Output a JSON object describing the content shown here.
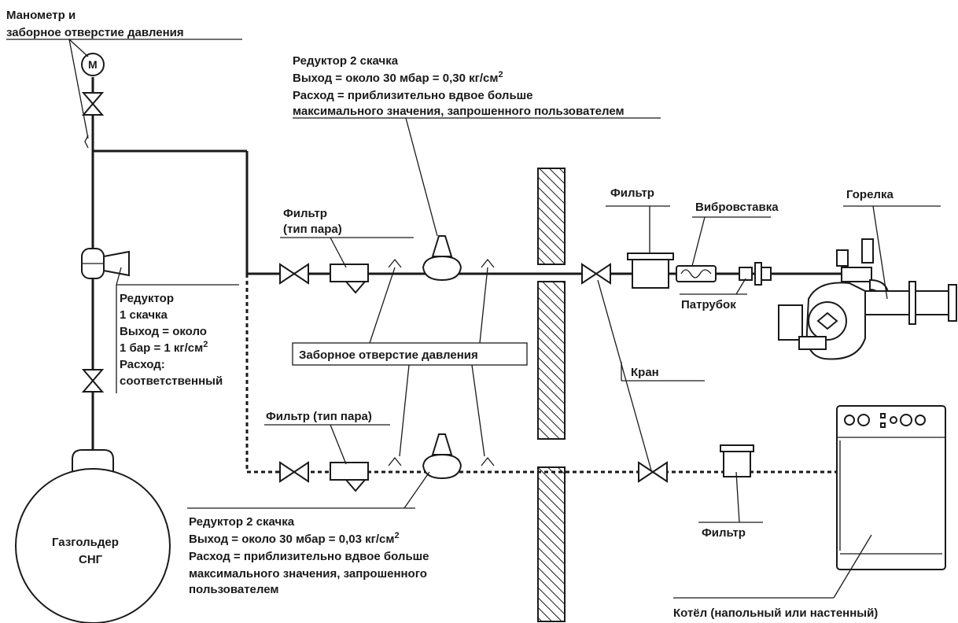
{
  "labels": {
    "manometer_line1": "Манометр и",
    "manometer_line2": "заборное отверстие давления",
    "manometer_symbol": "M",
    "reducer2_top_line1": "Редуктор 2 скачка",
    "reducer2_top_line2_pre": "Выход = около 30 мбар = 0,30 кг/см",
    "reducer2_top_line2_sup": "2",
    "reducer2_top_line3": "Расход = приблизительно вдвое больше",
    "reducer2_top_line4": "максимального значения, запрошенного пользователем",
    "filter_top_line1": "Фильтр",
    "filter_top_line2": "(тип пара)",
    "filter_right": "Фильтр",
    "vibro": "Вибровставка",
    "burner": "Горелка",
    "patrubok": "Патрубок",
    "reducer1_line1": "Редуктор",
    "reducer1_line2": "1 скачка",
    "reducer1_line3": "Выход = около",
    "reducer1_line4_pre": "1 бар = 1 кг/см",
    "reducer1_line4_sup": "2",
    "reducer1_line5": "Расход:",
    "reducer1_line6": "соответственный",
    "pressure_port": "Заборное отверстие давления",
    "tap": "Кран",
    "filter_bottom": "Фильтр (тип пара)",
    "tank_line1": "Газгольдер",
    "tank_line2": "СНГ",
    "reducer2_bot_line1": "Редуктор 2 скачка",
    "reducer2_bot_line2_pre": "Выход = около 30 мбар = 0,03 кг/см",
    "reducer2_bot_line2_sup": "2",
    "reducer2_bot_line3": "Расход = приблизительно вдвое больше",
    "reducer2_bot_line4": "максимального значения, запрошенного",
    "reducer2_bot_line5": "пользователем",
    "filter_boiler": "Фильтр",
    "boiler": "Котёл (напольный или настенный)"
  }
}
